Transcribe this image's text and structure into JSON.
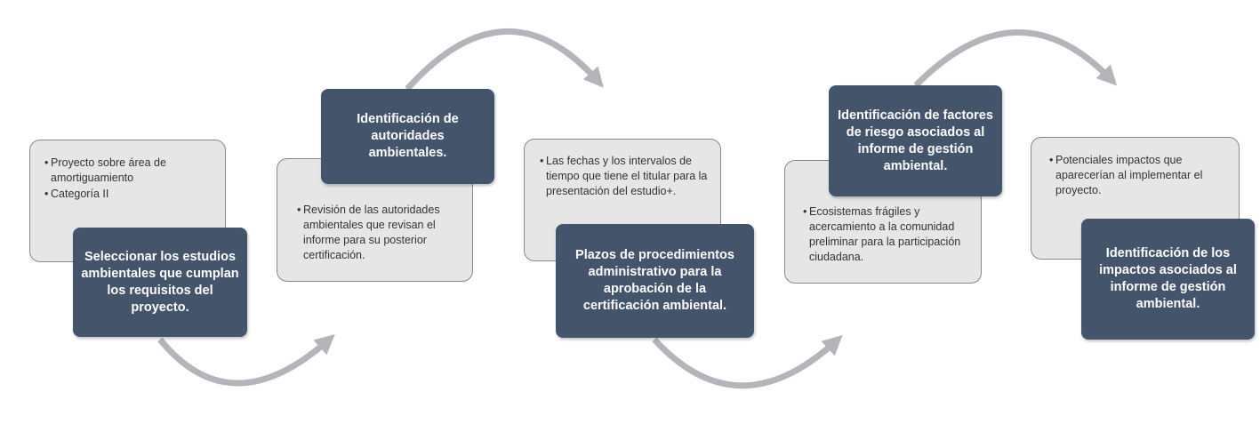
{
  "colors": {
    "header_fill": "#44546a",
    "detail_fill": "#e6e6e6",
    "detail_border": "#7f8a96",
    "arrow": "#b3b5ba"
  },
  "steps": [
    {
      "title": "Seleccionar los estudios ambientales que cumplan los requisitos del proyecto.",
      "bullets": [
        "Proyecto sobre área de amortiguamiento",
        "Categoría II"
      ]
    },
    {
      "title": "Identificación de autoridades ambientales.",
      "bullets": [
        "Revisión de las autoridades ambientales que revisan el informe para su posterior certificación."
      ]
    },
    {
      "title": "Plazos de procedimientos administrativo para la aprobación de la certificación ambiental.",
      "bullets": [
        "Las fechas y los intervalos de tiempo que tiene el titular para la presentación del estudio+."
      ]
    },
    {
      "title": "Identificación de factores de riesgo asociados al informe de gestión ambiental.",
      "bullets": [
        "Ecosistemas frágiles y acercamiento a la comunidad preliminar para la participación ciudadana."
      ]
    },
    {
      "title": "Identificación de los impactos asociados al informe de gestión ambiental.",
      "bullets": [
        "Potenciales impactos que aparecerían al implementar el proyecto."
      ]
    }
  ]
}
